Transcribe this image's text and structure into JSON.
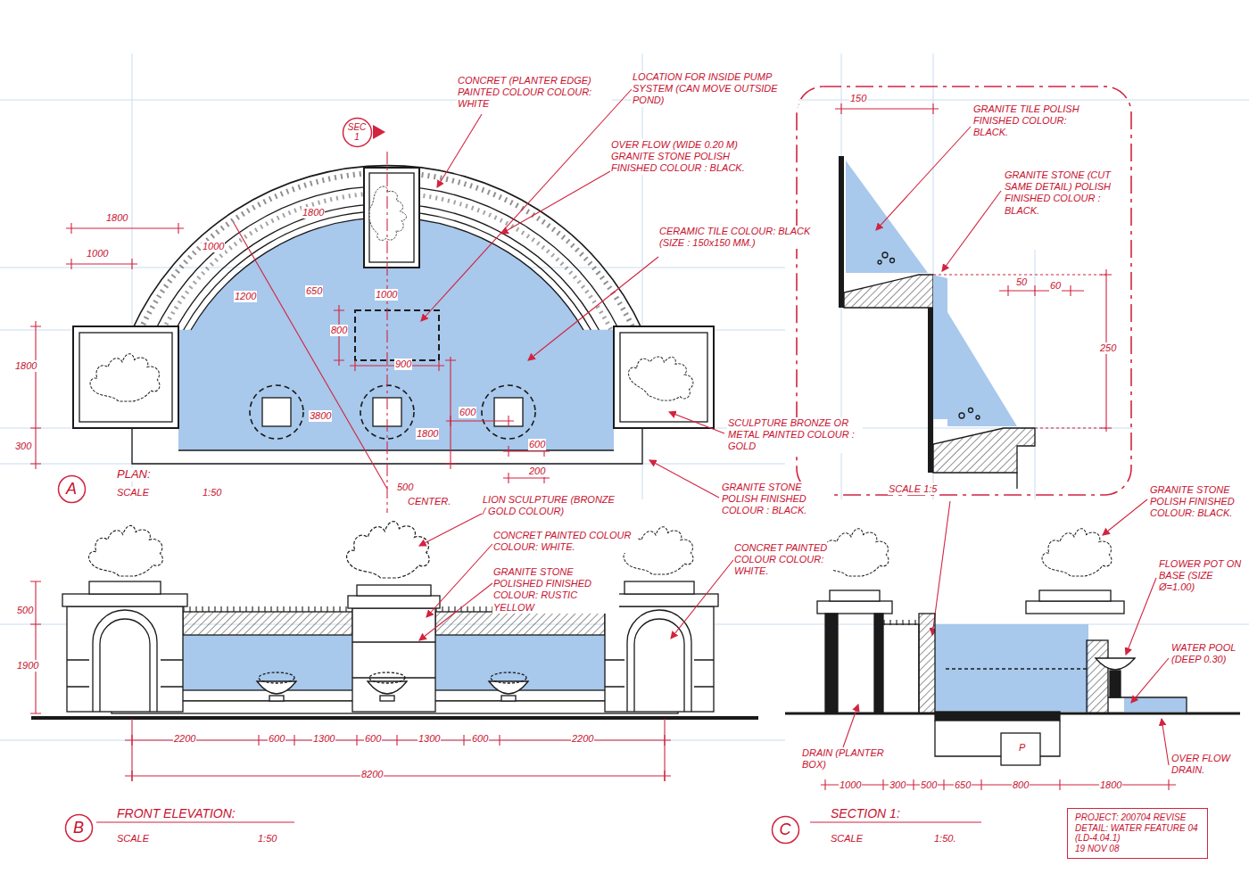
{
  "diagram": {
    "nodes": [
      {
        "text": [
          "SEC",
          "1"
        ]
      },
      {
        "text": [
          "A"
        ]
      },
      {
        "text": [
          "B"
        ]
      },
      {
        "text": [
          "C"
        ]
      },
      {
        "text": [
          "PROJECT: 200704 REVISE",
          "DETAIL: WATER FEATURE 04",
          "(LD-4.04.1)",
          "19 NOV 08"
        ]
      }
    ],
    "labels": [
      "CONCRET (PLANTER EDGE) PAINTED COLOUR COLOUR: WHITE",
      "LOCATION FOR INSIDE PUMP SYSTEM (CAN MOVE OUTSIDE POND)",
      "OVER FLOW (WIDE 0.20 M) GRANITE STONE POLISH FINISHED COLOUR : BLACK.",
      "CERAMIC TILE COLOUR: BLACK (SIZE : 150x150 MM.)",
      "SCULPTURE BRONZE OR METAL PAINTED COLOUR : GOLD",
      "GRANITE STONE POLISH FINISHED COLOUR : BLACK.",
      "1800",
      "1000",
      "1800",
      "1000",
      "1200",
      "650",
      "1000",
      "800",
      "900",
      "1800",
      "300",
      "3800",
      "1800",
      "600",
      "600",
      "200",
      "500",
      "CENTER.",
      "PLAN:",
      "SCALE",
      "1:50",
      "LION SCULPTURE (BRONZE / GOLD COLOUR)",
      "CONCRET PAINTED COLOUR COLOUR: WHITE.",
      "GRANITE STONE POLISHED FINISHED COLOUR: RUSTIC YELLOW",
      "CONCRET PAINTED COLOUR COLOUR: WHITE.",
      "500",
      "1900",
      "2200",
      "600",
      "1300",
      "600",
      "1300",
      "600",
      "2200",
      "8200",
      "FRONT ELEVATION:",
      "SCALE",
      "1:50",
      "150",
      "GRANITE TILE POLISH FINISHED COLOUR: BLACK.",
      "GRANITE STONE (CUT SAME DETAIL) POLISH FINISHED COLOUR : BLACK.",
      "50",
      "60",
      "250",
      "SCALE 1:5",
      "GRANITE STONE POLISH FINISHED COLOUR: BLACK.",
      "FLOWER POT ON BASE (SIZE Ø=1.00)",
      "WATER POOL (DEEP 0.30)",
      "OVER FLOW DRAIN.",
      "DRAIN (PLANTER BOX)",
      "1000",
      "300",
      "500",
      "650",
      "800",
      "1800",
      "SECTION 1:",
      "SCALE",
      "1:50.",
      "P"
    ]
  }
}
